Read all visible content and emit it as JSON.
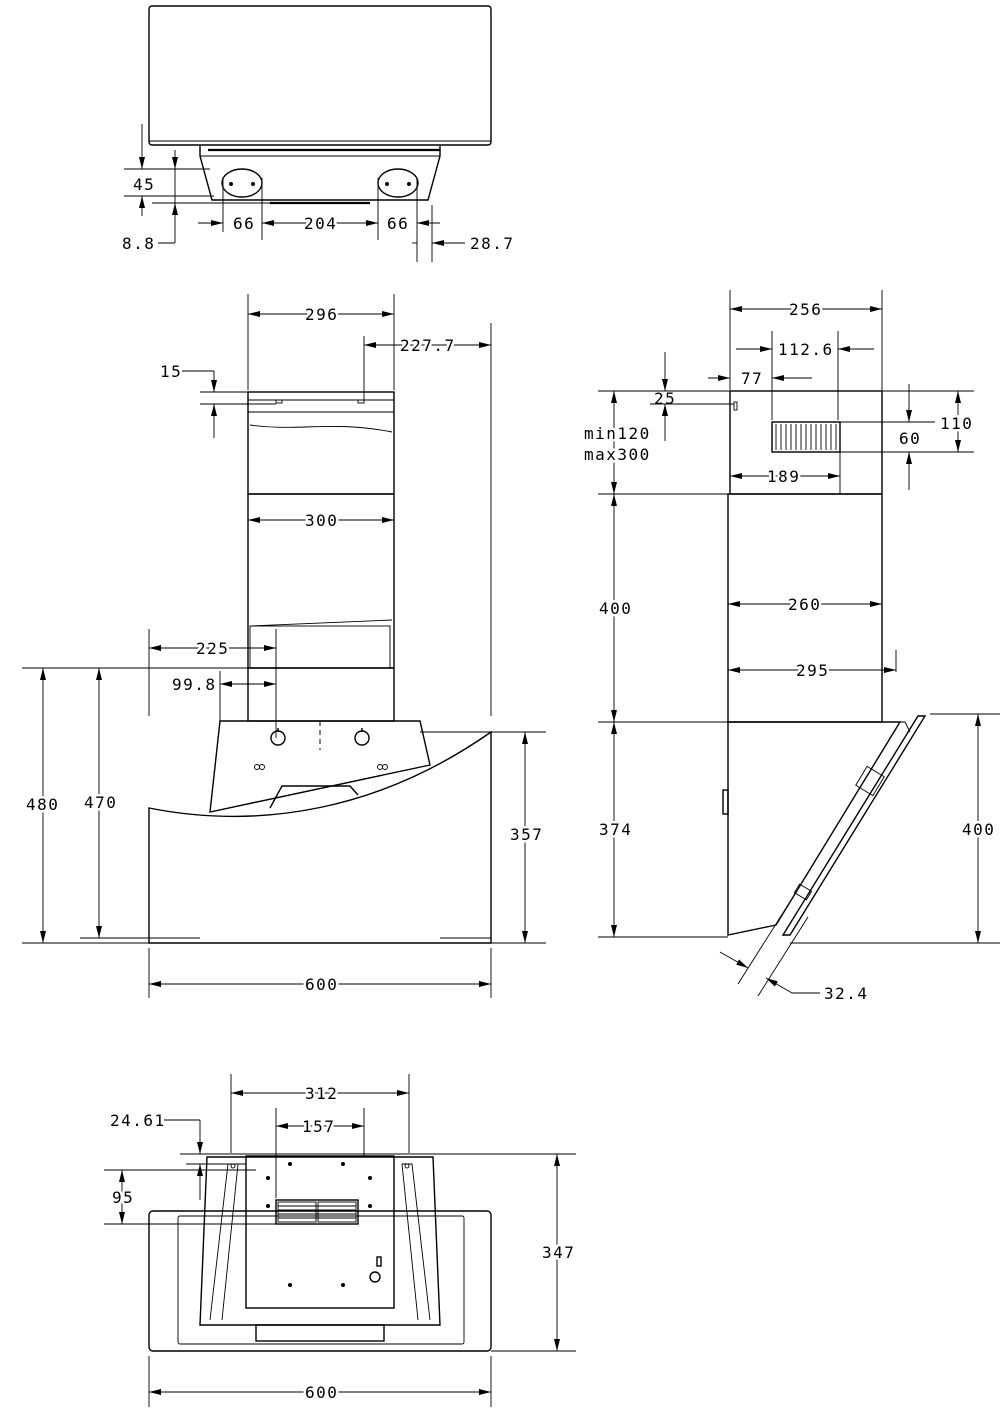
{
  "top_view": {
    "dim_depth_offset": "45",
    "dim_front_offset": "8.8",
    "dim_outlet_left": "66",
    "dim_outlet_spacing": "204",
    "dim_outlet_right": "66",
    "dim_side_offset": "28.7"
  },
  "front_view": {
    "dim_chimney_width": "296",
    "dim_chimney_offset": "227.7",
    "dim_bracket_height": "15",
    "dim_inner_chimney_width": "300",
    "dim_bracket_offset": "225",
    "dim_hole_offset": "99.8",
    "dim_overall_height": "480",
    "dim_body_height": "470",
    "dim_panel_height": "357",
    "dim_overall_width": "600"
  },
  "side_view": {
    "dim_chimney_depth": "256",
    "dim_vent_offset": "112.6",
    "dim_vent_depth": "77",
    "dim_top_offset": "25",
    "dim_chimney_range_min": "min120",
    "dim_chimney_range_max": "max300",
    "dim_vent_height_total": "110",
    "dim_vent_height": "60",
    "dim_vent_width": "189",
    "dim_chimney_height": "400",
    "dim_lower_chimney_depth": "260",
    "dim_body_depth": "295",
    "dim_body_height": "374",
    "dim_panel_height": "400",
    "dim_panel_thickness": "32.4"
  },
  "bottom_view": {
    "dim_motor_width": "312",
    "dim_fan_width": "157",
    "dim_edge_offset": "24.61",
    "dim_fan_depth": "95",
    "dim_total_depth": "347",
    "dim_overall_width": "600"
  }
}
